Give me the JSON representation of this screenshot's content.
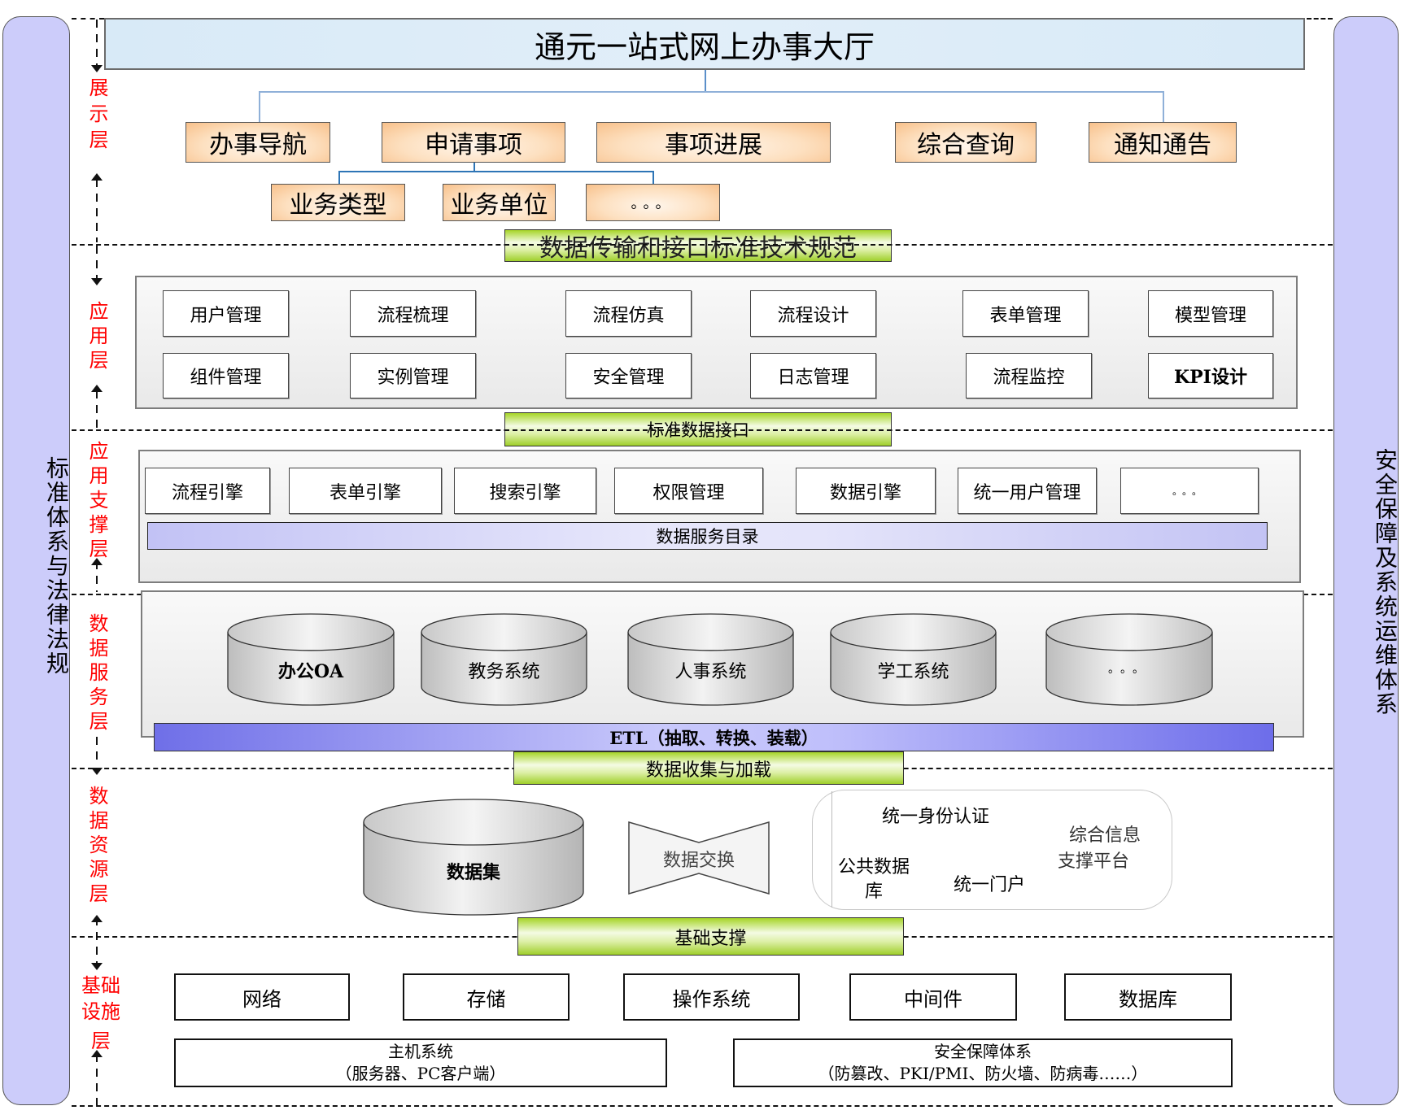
{
  "title": "通元一站式网上办事大厅",
  "side_panels": {
    "left": "标准体系与法律法规",
    "right": "安全保障及系统运维体系"
  },
  "layer_labels": {
    "presentation": "展示层",
    "application": "应用层",
    "app_support": "应用支撑层",
    "data_service": "数据服务层",
    "data_resource": "数据资源层",
    "infrastructure_line1": "基础",
    "infrastructure_line2": "设施",
    "infrastructure_line3": "层"
  },
  "presentation": {
    "top_items": [
      "办事导航",
      "申请事项",
      "事项进展",
      "综合查询",
      "通知通告"
    ],
    "sub_items": [
      "业务类型",
      "业务单位",
      "。。。"
    ]
  },
  "interfaces": {
    "transport_standard": "数据传输和接口标准技术规范",
    "standard_data_interface": "标准数据接口",
    "data_collection": "数据收集与加载",
    "base_support": "基础支撑"
  },
  "application": {
    "row1": [
      "用户管理",
      "流程梳理",
      "流程仿真",
      "流程设计",
      "表单管理",
      "模型管理"
    ],
    "row2": [
      "组件管理",
      "实例管理",
      "安全管理",
      "日志管理",
      "流程监控",
      "KPI设计"
    ]
  },
  "app_support": {
    "items": [
      "流程引擎",
      "表单引擎",
      "搜索引擎",
      "权限管理",
      "数据引擎",
      "统一用户管理",
      "。。。"
    ],
    "catalog": "数据服务目录"
  },
  "data_service": {
    "systems": [
      "办公OA",
      "教务系统",
      "人事系统",
      "学工系统",
      "。。。"
    ],
    "etl": "ETL（抽取、转换、装载）"
  },
  "data_resource": {
    "dataset": "数据集",
    "exchange": "数据交换",
    "platform_items": [
      "统一身份认证",
      "公共数据库",
      "统一门户"
    ],
    "platform_label_line1": "综合信息",
    "platform_label_line2": "支撑平台"
  },
  "infrastructure": {
    "items": [
      "网络",
      "存储",
      "操作系统",
      "中间件",
      "数据库"
    ],
    "host_title": "主机系统",
    "host_detail": "（服务器、PC客户端）",
    "security_title": "安全保障体系",
    "security_detail": "（防篡改、PKI/PMI、防火墙、防病毒……）"
  }
}
